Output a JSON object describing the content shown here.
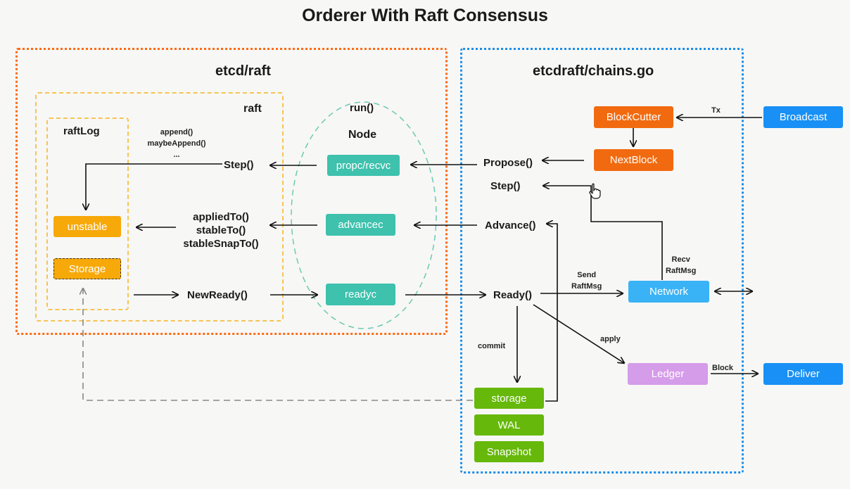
{
  "title": "Orderer With Raft Consensus",
  "frames": {
    "etcd_raft": "etcd/raft",
    "etcdraft": "etcdraft/chains.go",
    "raft": "raft",
    "raft_log": "raftLog",
    "node_run": "run()",
    "node": "Node"
  },
  "raft_fns": {
    "append_lines": [
      "append()",
      "maybeAppend()",
      "..."
    ],
    "step": "Step()",
    "applied_lines": [
      "appliedTo()",
      "stableTo()",
      "stableSnapTo()"
    ],
    "new_ready": "NewReady()"
  },
  "raft_boxes": {
    "unstable": "unstable",
    "storage": "Storage"
  },
  "node_boxes": {
    "propc": "propc/recvc",
    "advancec": "advancec",
    "readyc": "readyc"
  },
  "chain_fns": {
    "propose": "Propose()",
    "step": "Step()",
    "advance": "Advance()",
    "ready": "Ready()"
  },
  "chain_boxes": {
    "block_cutter": "BlockCutter",
    "next_block": "NextBlock",
    "broadcast": "Broadcast",
    "network": "Network",
    "ledger": "Ledger",
    "deliver": "Deliver",
    "storage": "storage",
    "wal": "WAL",
    "snapshot": "Snapshot"
  },
  "edge_labels": {
    "tx": "Tx",
    "send_lines": [
      "Send",
      "RaftMsg"
    ],
    "recv_lines": [
      "Recv",
      "RaftMsg"
    ],
    "apply": "apply",
    "commit": "commit",
    "block": "Block"
  },
  "colors": {
    "orange_frame": "#ff6a13",
    "blue_frame": "#1a8ee8",
    "yellow_frame": "#f7c453",
    "teal": "#3ec1ad",
    "orange": "#f26a0f",
    "blue": "#1890f5",
    "sky": "#39b3f5",
    "violet": "#d59ce9",
    "green": "#66b80a",
    "amber": "#f7a90a"
  },
  "icons": [
    "hand-cursor-icon"
  ]
}
